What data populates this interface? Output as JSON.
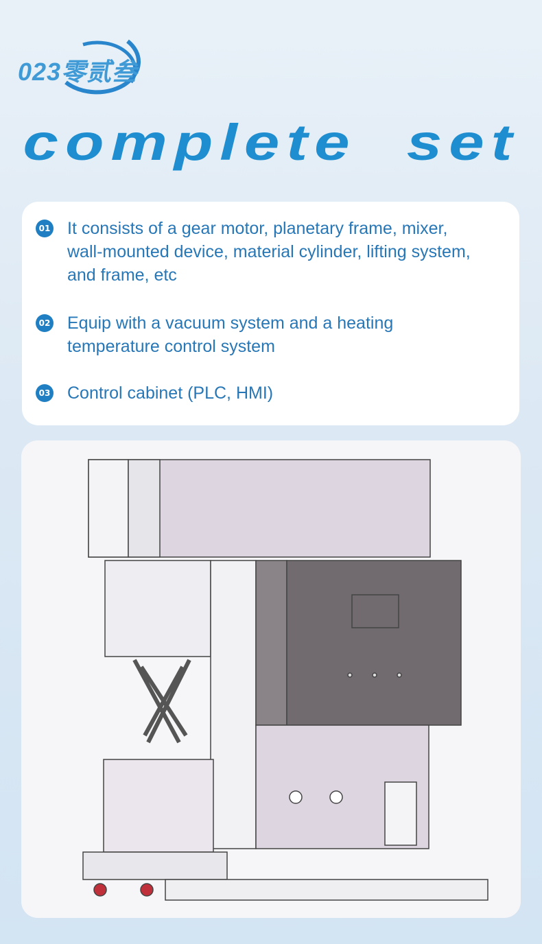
{
  "logo": {
    "text": "023零贰叁"
  },
  "title": "complete  set",
  "features": [
    {
      "number": "01",
      "text": "It consists of a gear motor, planetary frame, mixer, wall-mounted device, material cylinder, lifting system, and frame, etc"
    },
    {
      "number": "02",
      "text": "Equip with a vacuum system and a heating temperature control system"
    },
    {
      "number": "03",
      "text": "Control cabinet (PLC, HMI)"
    }
  ],
  "colors": {
    "accent": "#1f7fc2",
    "text": "#2777b7"
  }
}
